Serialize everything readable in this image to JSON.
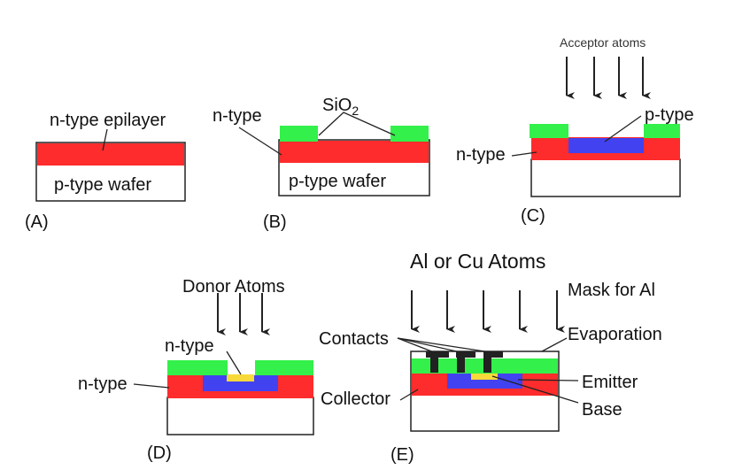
{
  "colors": {
    "n_type": "#fe2c2c",
    "p_type": "#4242f0",
    "oxide": "#33f04a",
    "n_plus": "#f8d93a",
    "metal": "#222222",
    "substrate": "#ffffff"
  },
  "panels": {
    "A": {
      "tag": "(A)",
      "labels": {
        "epilayer": "n-type epilayer",
        "wafer": "p-type wafer"
      }
    },
    "B": {
      "tag": "(B)",
      "labels": {
        "oxide": "SiO",
        "oxide_sub": "2",
        "ntype": "n-type",
        "wafer": "p-type wafer"
      }
    },
    "C": {
      "tag": "(C)",
      "labels": {
        "beam": "Acceptor atoms",
        "ptype": "p-type",
        "ntype": "n-type"
      },
      "arrow_count": 4
    },
    "D": {
      "tag": "(D)",
      "labels": {
        "beam": "Donor Atoms",
        "ntype_top": "n-type",
        "ntype_side": "n-type"
      },
      "arrow_count": 3
    },
    "E": {
      "tag": "(E)",
      "labels": {
        "beam": "Al or Cu Atoms",
        "mask_line1": "Mask for Al",
        "mask_line2": "Evaporation",
        "contacts": "Contacts",
        "collector": "Collector",
        "emitter": "Emitter",
        "base": "Base"
      },
      "arrow_count": 5
    }
  }
}
